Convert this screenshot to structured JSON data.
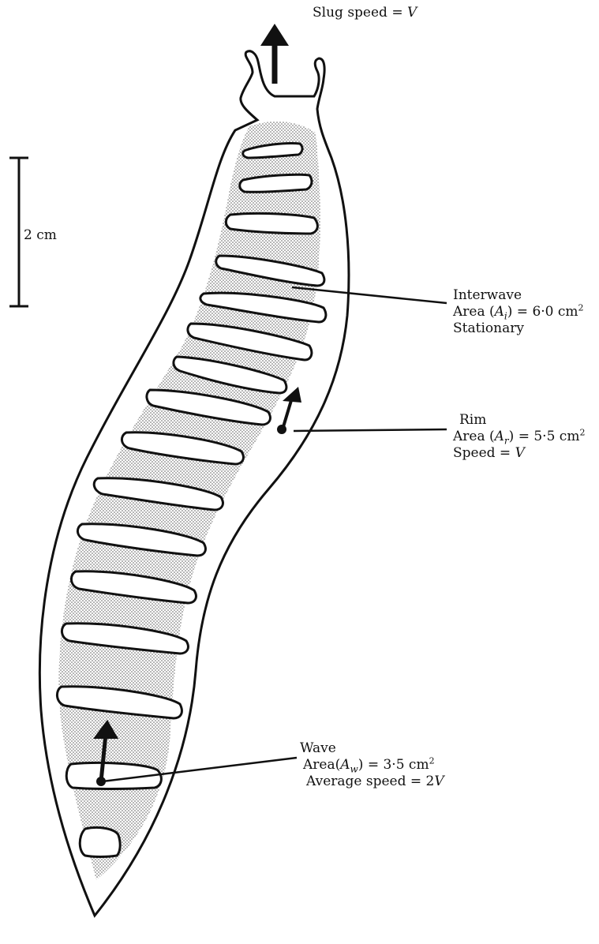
{
  "title": {
    "prefix": "Slug speed = ",
    "var": "V"
  },
  "scale_bar": {
    "label": "2 cm"
  },
  "interwave": {
    "name": "Interwave",
    "area_prefix": "Area (",
    "area_var": "A",
    "area_sub": "i",
    "area_suffix": ") = 6·0 cm",
    "area_sup": "2",
    "status": "Stationary"
  },
  "rim": {
    "name": "Rim",
    "area_prefix": "Area (",
    "area_var": "A",
    "area_sub": "r",
    "area_suffix": ") = 5·5 cm",
    "area_sup": "2",
    "speed_prefix": "Speed = ",
    "speed_var": "V"
  },
  "wave": {
    "name": "Wave",
    "area_prefix": "Area(",
    "area_var": "A",
    "area_sub": "w",
    "area_suffix": ") = 3·5 cm",
    "area_sup": "2",
    "speed_prefix": "Average speed = 2",
    "speed_var": "V"
  },
  "colors": {
    "ink": "#111111",
    "stipple": "#555555",
    "background": "#ffffff"
  }
}
